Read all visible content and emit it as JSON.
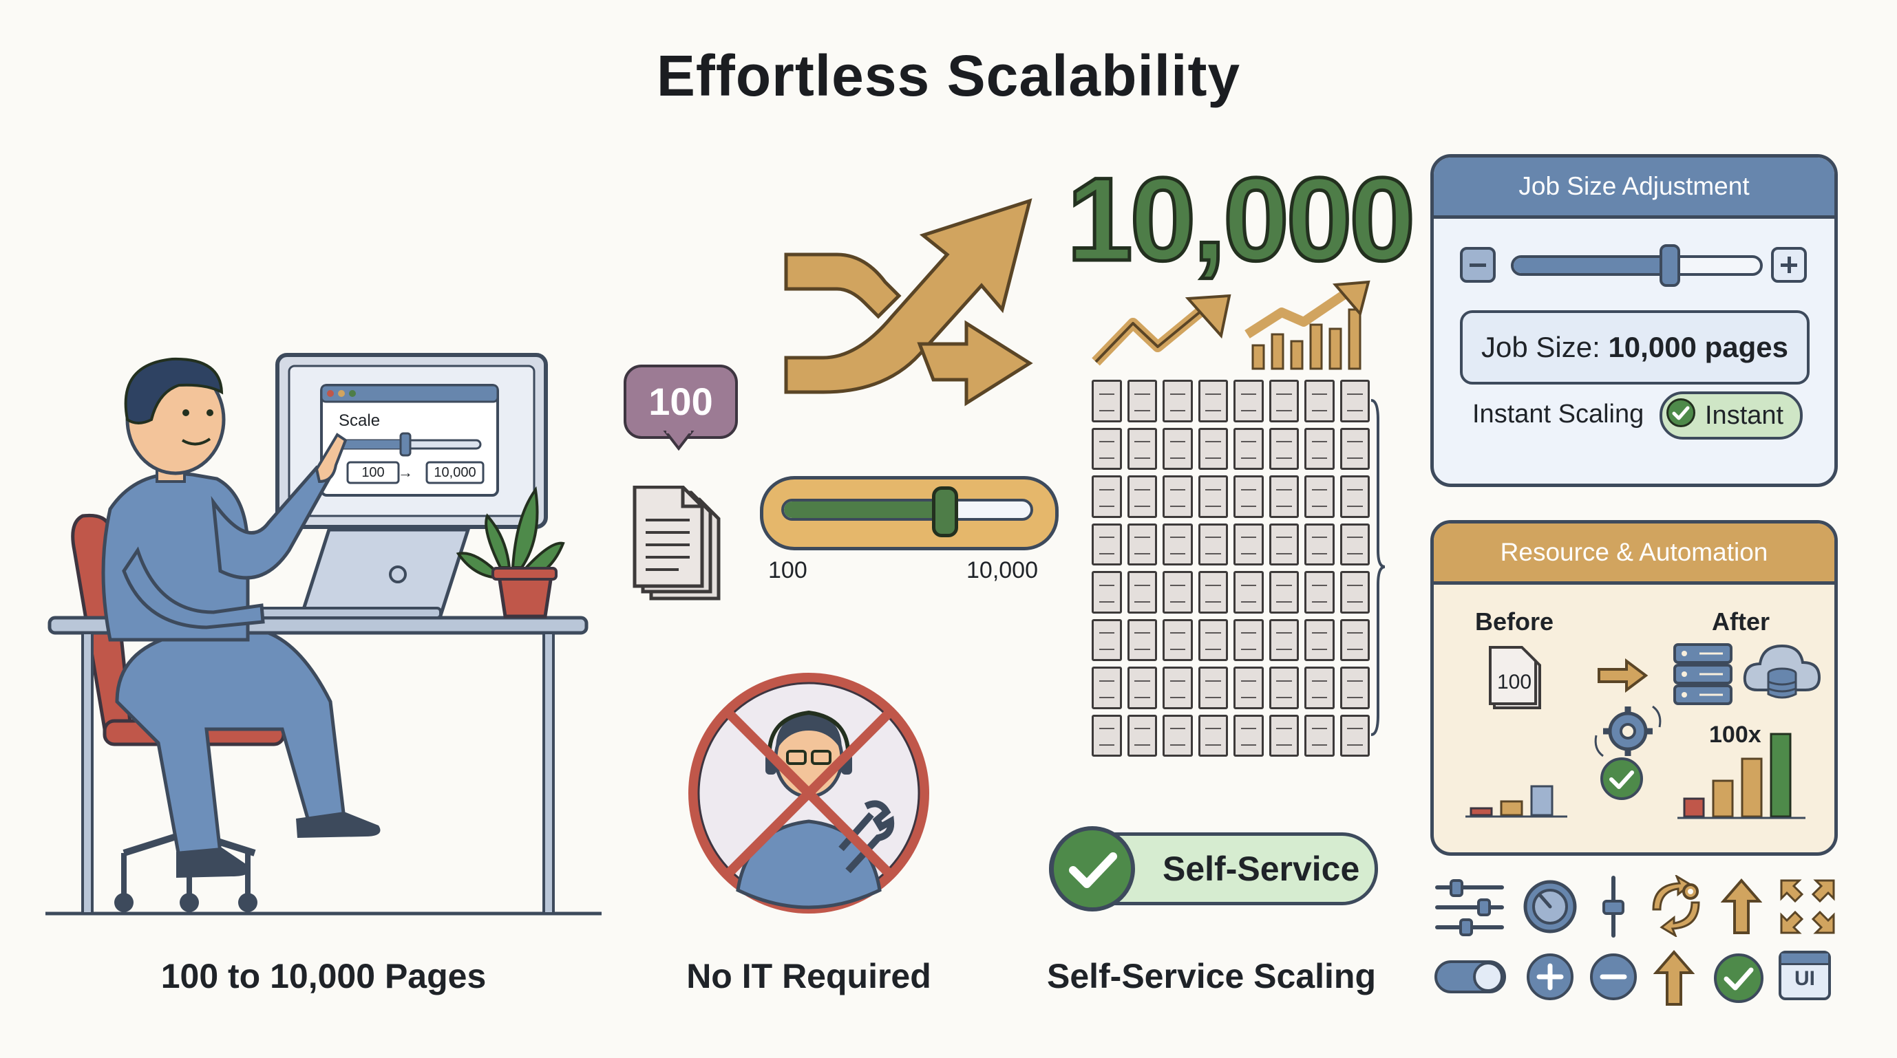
{
  "title": "Effortless Scalability",
  "big_number": "10,000",
  "captions": {
    "left": "100 to 10,000 Pages",
    "middle": "No IT Required",
    "right": "Self-Service Scaling"
  },
  "monitor": {
    "label": "Scale",
    "from": "100",
    "arrow": "→",
    "to": "10,000"
  },
  "bubble_value": "100",
  "slider": {
    "min_label": "100",
    "max_label": "10,000",
    "level_fraction": 0.65
  },
  "self_service_label": "Self-Service",
  "job_panel": {
    "title": "Job Size Adjustment",
    "job_size_prefix": "Job Size: ",
    "job_size_value": "10,000 pages",
    "instant_label": "Instant Scaling",
    "instant_badge": "Instant",
    "slider_level_fraction": 0.63
  },
  "resource_panel": {
    "title": "Resource & Automation",
    "before_label": "Before",
    "after_label": "After",
    "doc_value": "100",
    "multiplier": "100x"
  },
  "icon_row_label": "UI",
  "colors": {
    "blue": "#6786ad",
    "orange": "#d1a45f",
    "green": "#4e7d48",
    "red": "#c0574a",
    "purple": "#9c7b94"
  }
}
